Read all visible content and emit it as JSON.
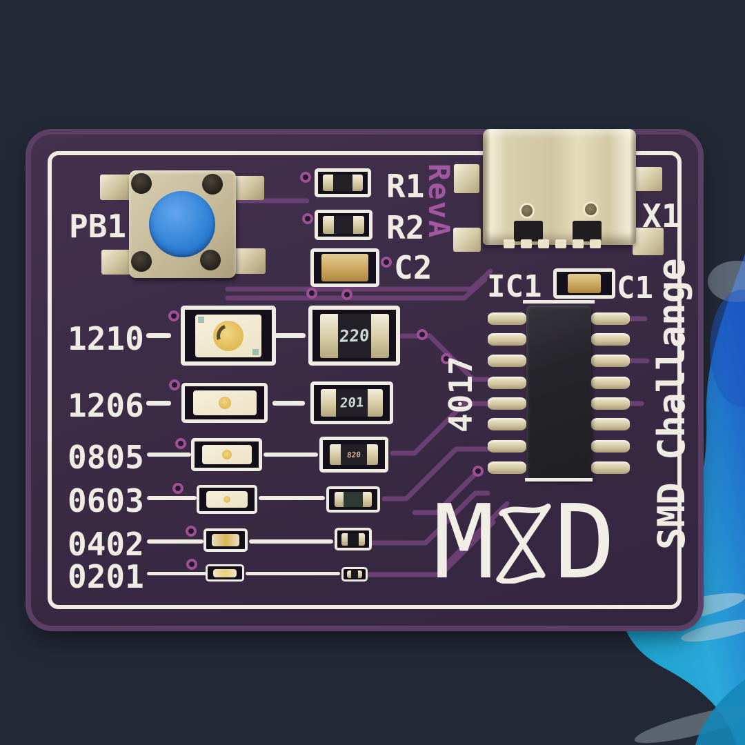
{
  "scene": {
    "background": "#232837",
    "blob_colors": {
      "cyan": "#29a7d8",
      "deep_blue": "#1d55c0",
      "teal": "#17a0c8",
      "highlight": "#cdd8da"
    }
  },
  "board": {
    "colors": {
      "solder_mask": "#3b2b45",
      "board_edge": "#5b3f64",
      "silkscreen": "#efece3",
      "copper_trace": "#6d4276",
      "pad_gold": "#d9cfa8",
      "via_ring": "#9e5094",
      "button_cap_blue": "#2e80d6"
    },
    "refs": {
      "button": "PB1",
      "resistor1": "R1",
      "resistor2": "R2",
      "capacitor2": "C2",
      "revision": "RevA",
      "usb": "X1",
      "ic": "IC1",
      "capacitor1": "C1",
      "ic_part": "4017"
    },
    "logo": {
      "m": "M",
      "d": "D"
    },
    "title": "SMD Challange",
    "rows": [
      {
        "size": "1210",
        "marking": "220"
      },
      {
        "size": "1206",
        "marking": "201"
      },
      {
        "size": "0805",
        "marking": "820"
      },
      {
        "size": "0603",
        "marking": ""
      },
      {
        "size": "0402",
        "marking": ""
      },
      {
        "size": "0201",
        "marking": ""
      }
    ]
  }
}
